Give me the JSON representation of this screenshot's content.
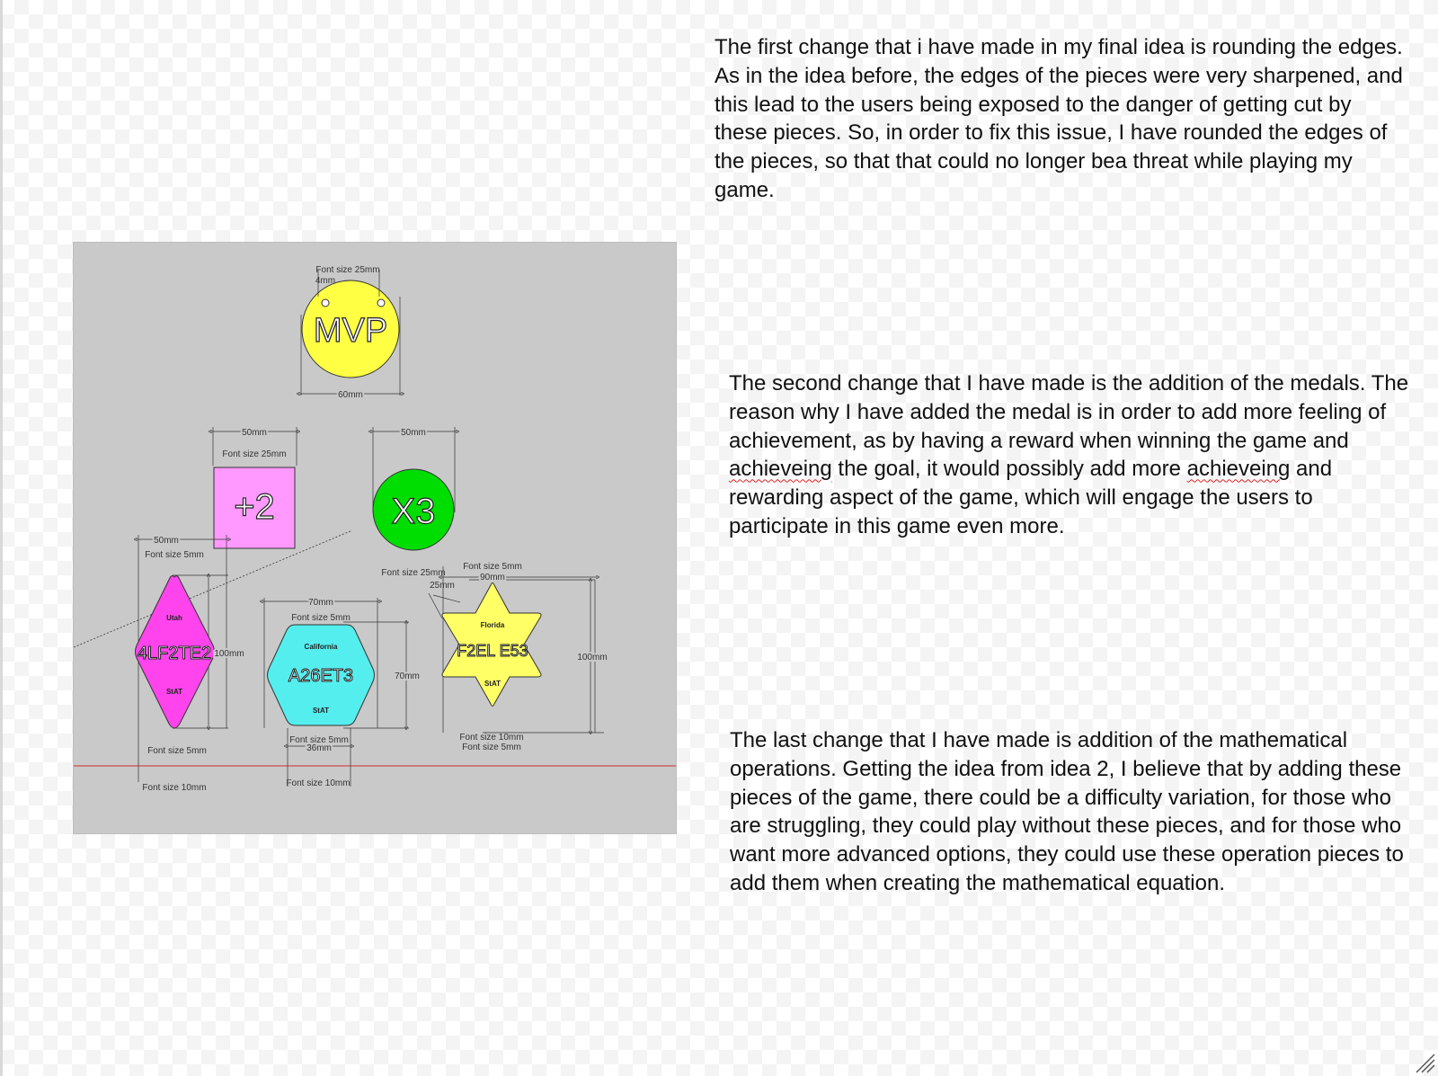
{
  "paragraphs": {
    "p1": "The first change that i have made in my final idea is rounding the edges. As in the idea before, the edges of the pieces were very sharpened, and this lead to the users being exposed to the danger of getting cut by these pieces. So, in order to fix this issue, I have rounded the edges of the pieces, so that that could no longer bea threat while playing my game.",
    "p2_part1": "The second change that I have made is the addition of the medals. The reason why I have added the medal is in order to add more feeling of achievement, as by having a reward when winning the game and ",
    "p2_word1": "achieveing",
    "p2_part2": " the goal, it would possibly add more ",
    "p2_word2": "achieveing",
    "p2_part3": " and rewarding aspect of the game, which will engage the users to participate in this game even more.",
    "p3": "The last change that I have made is addition of the mathematical operations. Getting the idea from idea 2, I believe that by adding these pieces of the game, there could be a difficulty variation, for those who are struggling, they could play without these pieces, and for those who want more advanced options, they could use these operation pieces to add them when creating the mathematical equation."
  },
  "drawing": {
    "colors": {
      "background": "#c9c9c9",
      "yellow": "#ffff44",
      "pink": "#ff99ff",
      "green": "#00dd00",
      "magenta": "#ff44ee",
      "cyan": "#55eeee",
      "star_yellow": "#ffff66",
      "ground_line": "#d03030"
    },
    "medal": {
      "text": "MVP",
      "font_label": "Font size 25mm",
      "hole_label": "4mm",
      "width_label": "60mm"
    },
    "plus": {
      "text": "+2",
      "width_label": "50mm",
      "font_label": "Font size 25mm"
    },
    "times": {
      "text": "X3",
      "width_label": "50mm",
      "font_label": "Font size 25mm"
    },
    "diamond": {
      "text": "4LF2TE2",
      "top_text": "Utah",
      "bottom_text": "StAT",
      "width_label": "50mm",
      "font_top": "Font size 5mm",
      "height_label": "100mm",
      "font_bottom": "Font size 5mm",
      "font_big": "Font size 10mm"
    },
    "hexagon": {
      "text": "A26ET3",
      "top_text": "California",
      "bottom_text": "StAT",
      "width_label": "70mm",
      "font_top": "Font size 5mm",
      "height_label": "70mm",
      "font_bottom": "Font size 5mm",
      "inner_label": "36mm",
      "font_big": "Font size 10mm"
    },
    "star": {
      "text": "F2EL E53",
      "top_text": "Florida",
      "bottom_text": "StAT",
      "font_top": "Font size 5mm",
      "width_label": "90mm",
      "point_label": "25mm",
      "height_label": "100mm",
      "font_big": "Font size 10mm",
      "font_bottom": "Font size 5mm"
    }
  }
}
